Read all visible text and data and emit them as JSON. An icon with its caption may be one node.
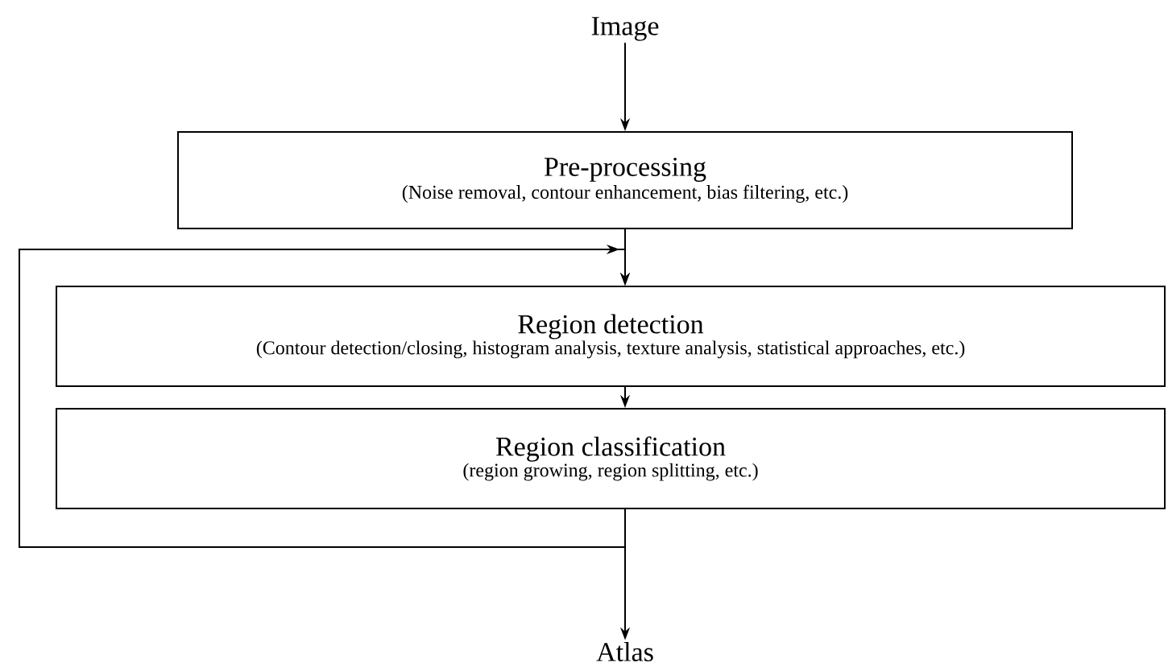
{
  "diagram": {
    "nodes": [
      {
        "text": [
          "Image"
        ]
      },
      {
        "text": [
          "Pre-processing",
          "(Noise removal, contour enhancement, bias filtering, etc.)"
        ]
      },
      {
        "text": [
          "Region detection",
          "(Contour detection/closing, histogram analysis, texture analysis, statistical approaches, etc.)"
        ]
      },
      {
        "text": [
          "Region classification",
          "(region growing, region splitting, etc.)"
        ]
      },
      {
        "text": [
          "Atlas"
        ]
      }
    ],
    "edges": [
      {
        "from": 0,
        "to": 1,
        "arrow": "to"
      },
      {
        "from": 1,
        "to": 2,
        "arrow": "to"
      },
      {
        "from": 2,
        "to": 3,
        "arrow": "to"
      },
      {
        "from": 3,
        "to": 4,
        "arrow": "to"
      },
      {
        "from": 3,
        "to": 2,
        "arrow": "to"
      }
    ]
  }
}
